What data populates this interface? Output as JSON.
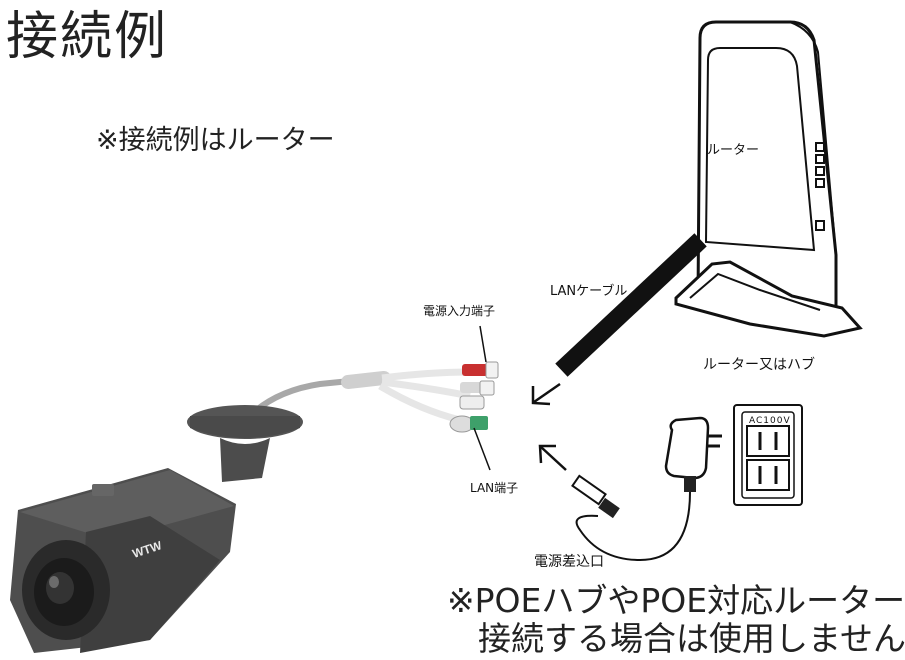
{
  "title": "接続例",
  "subtitle": "※接続例はルーター",
  "labels": {
    "router_body": "ルーター",
    "router_or_hub": "ルーター又はハブ",
    "lan_cable": "LANケーブル",
    "power_input_terminal": "電源入力端子",
    "lan_terminal": "LAN端子",
    "power_plug_port": "電源差込口",
    "outlet_voltage": "AC100V",
    "camera_brand": "WTW"
  },
  "note": {
    "line1": "※POEハブやPOE対応ルーターと",
    "line2": "接続する場合は使用しません"
  }
}
